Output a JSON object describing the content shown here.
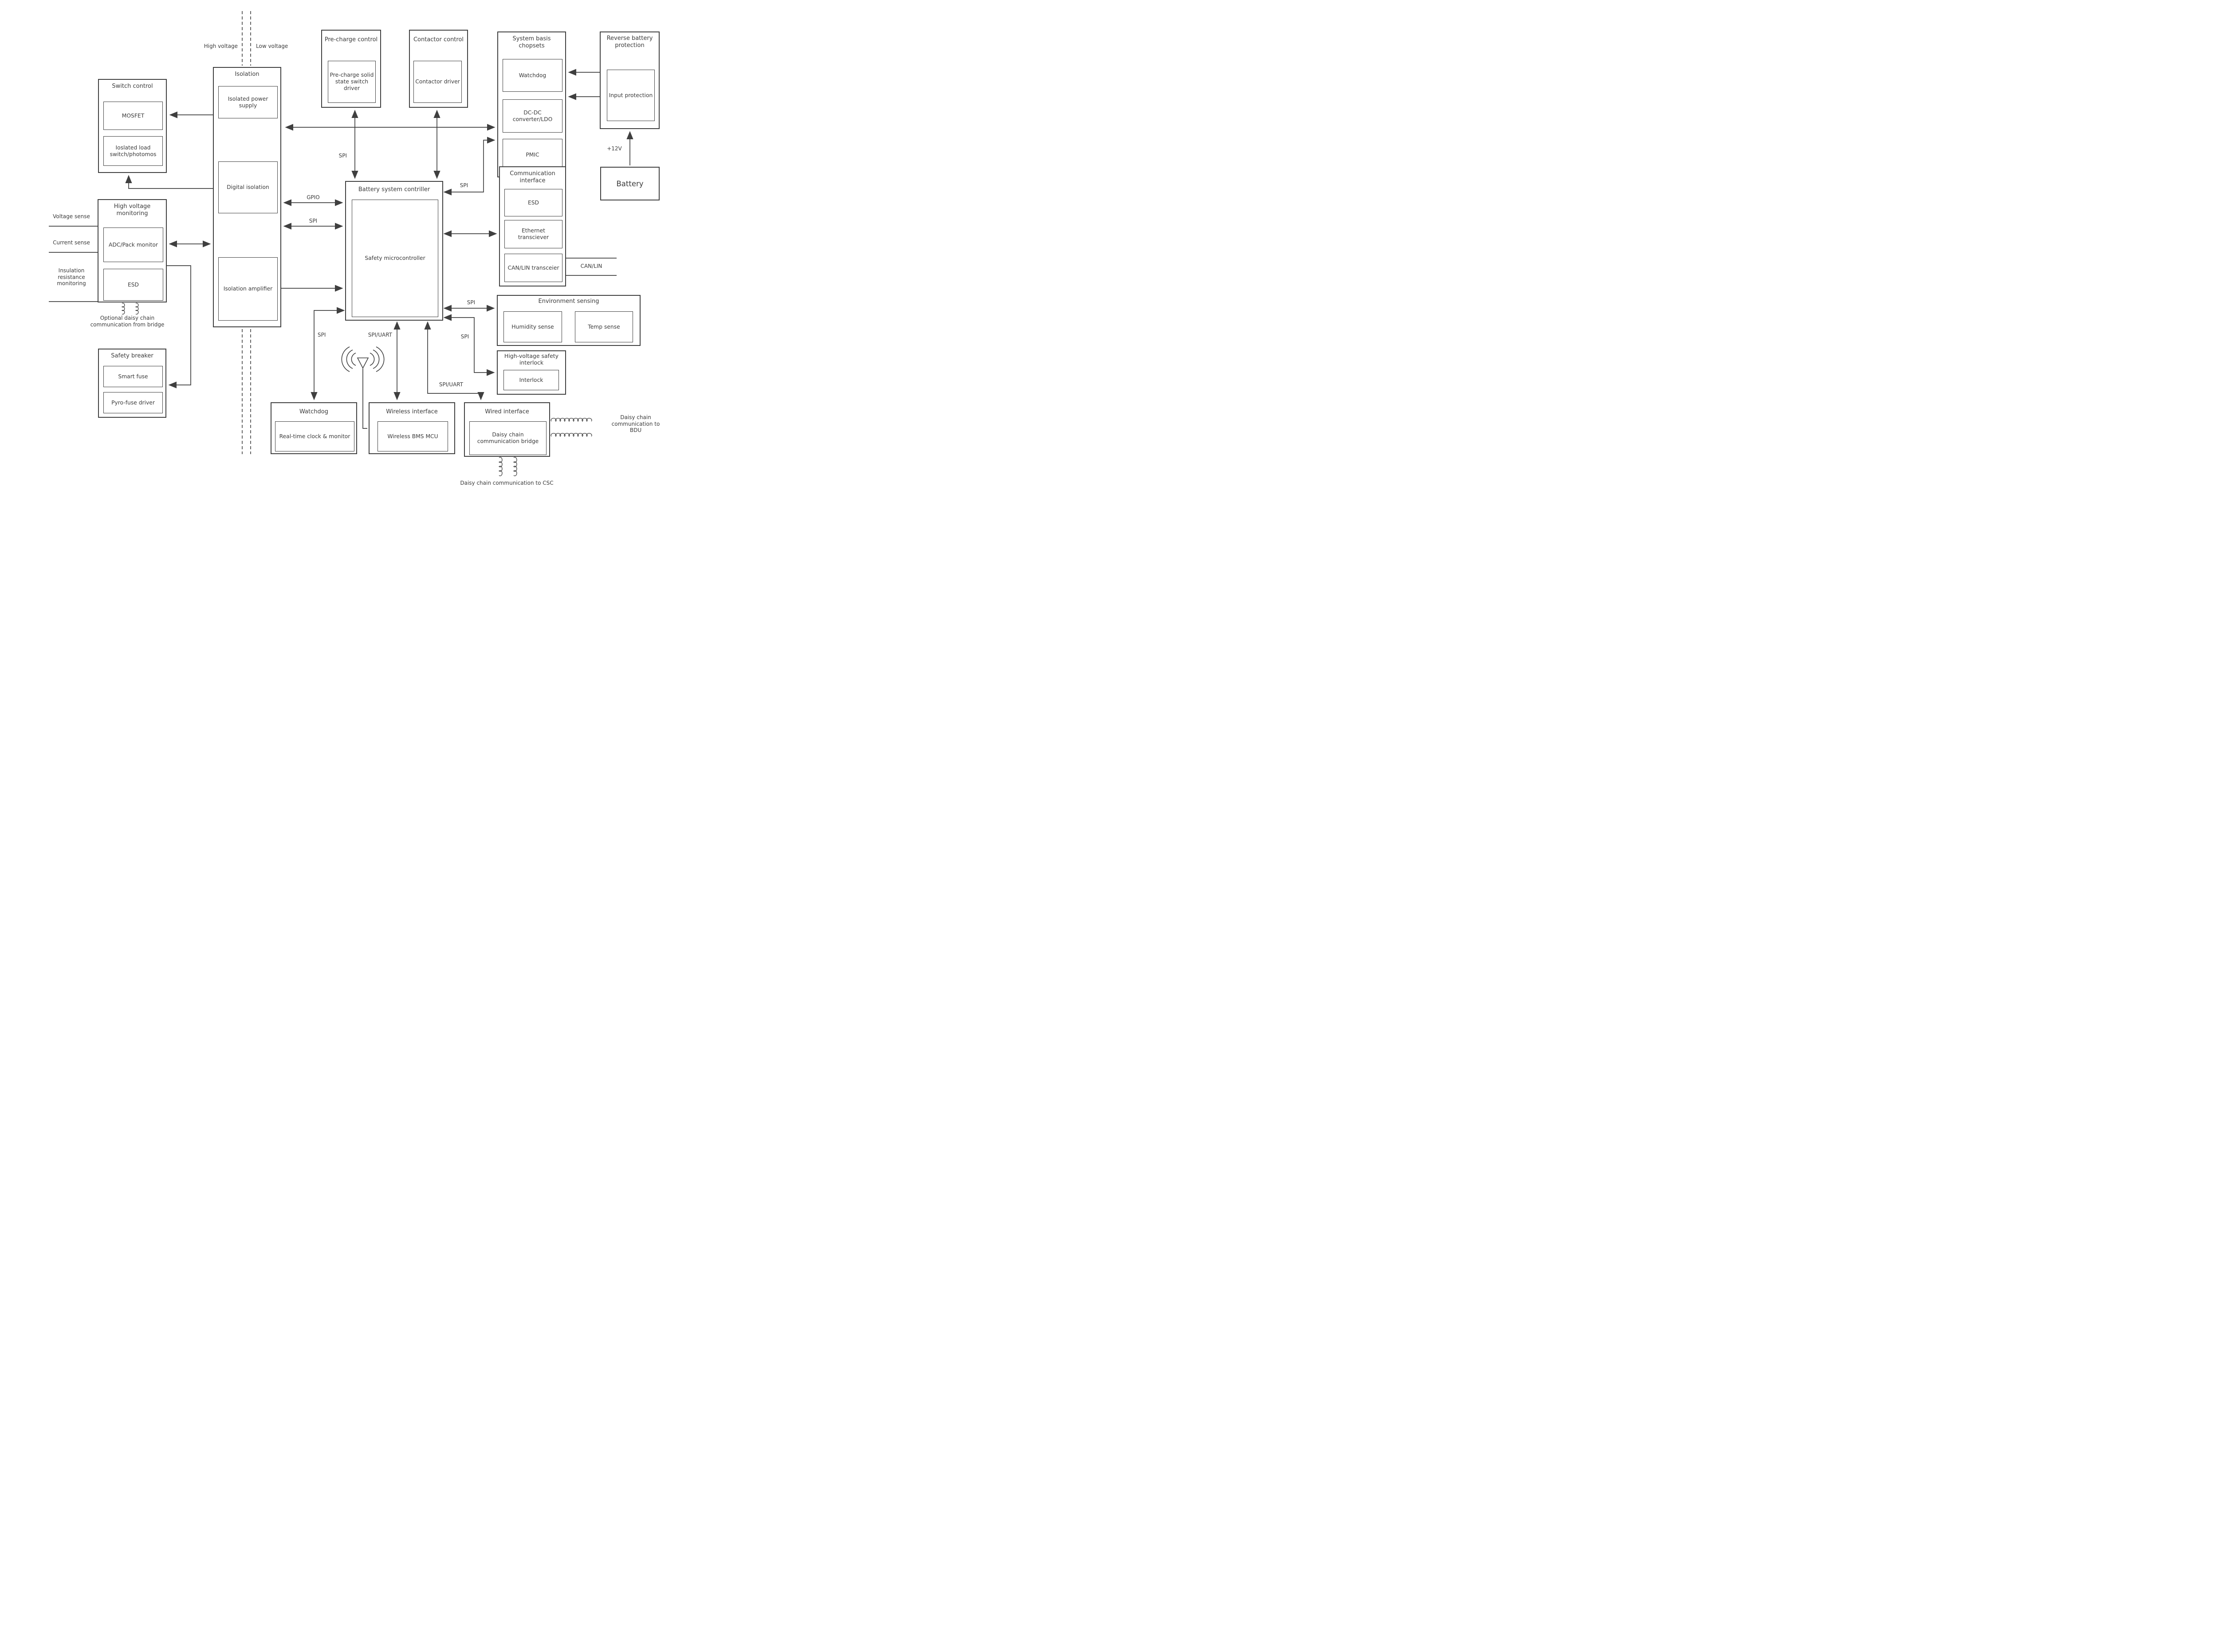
{
  "diagram": {
    "zones": {
      "high_voltage": "High voltage",
      "low_voltage": "Low voltage"
    },
    "blocks": {
      "switch_control": {
        "title": "Switch control",
        "mosfet": "MOSFET",
        "isolated_load": "Ioslated load switch/photomos"
      },
      "high_voltage_monitoring": {
        "title": "High voltage monitoring",
        "adc_pack_monitor": "ADC/Pack monitor",
        "esd": "ESD"
      },
      "safety_breaker": {
        "title": "Safety breaker",
        "smart_fuse": "Smart fuse",
        "pyro_fuse_driver": "Pyro-fuse driver"
      },
      "isolation": {
        "title": "Isolation",
        "isolated_power_supply": "Isolated power supply",
        "digital_isolation": "Digital isolation",
        "isolation_amplifier": "Isolation amplifier"
      },
      "pre_charge_control": {
        "title": "Pre-charge control",
        "driver": "Pre-charge solid state switch driver"
      },
      "contactor_control": {
        "title": "Contactor control",
        "driver": "Contactor driver"
      },
      "system_basis_chopsets": {
        "title": "System basis chopsets",
        "watchdog": "Watchdog",
        "dc_dc": "DC-DC converter/LDO",
        "pmic": "PMIC"
      },
      "reverse_battery_protection": {
        "title": "Reverse battery protection",
        "input_protection": "Input protection"
      },
      "battery": {
        "title": "Battery"
      },
      "battery_system_controller": {
        "title": "Battery system contriller",
        "safety_mcu": "Safety microcontroller"
      },
      "communication_interface": {
        "title": "Communication interface",
        "esd": "ESD",
        "ethernet": "Ethernet transciever",
        "can_lin": "CAN/LIN transceier"
      },
      "environment_sensing": {
        "title": "Environment sensing",
        "humidity": "Humidity sense",
        "temp": "Temp sense"
      },
      "hv_safety_interlock": {
        "title": "High-voltage safety interlock",
        "interlock": "Interlock"
      },
      "watchdog_block": {
        "title": "Watchdog",
        "rtc": "Real-time clock & monitor"
      },
      "wireless_interface": {
        "title": "Wireless interface",
        "mcu": "Wireless BMS MCU"
      },
      "wired_interface": {
        "title": "Wired interface",
        "bridge": "Daisy chain communication bridge"
      }
    },
    "bus_labels": {
      "gpio": "GPIO",
      "spi": "SPI",
      "spi_uart": "SPI/UART",
      "can_lin": "CAN/LIN",
      "plus_12v": "+12V"
    },
    "sense_labels": {
      "voltage": "Voltage sense",
      "current": "Current sense",
      "insulation": "Insulation resistance monitoring"
    },
    "annotations": {
      "optional_daisy": "Optional daisy chain communication from bridge",
      "daisy_bdu": "Daisy chain communication to BDU",
      "daisy_csc": "Daisy chain communication to CSC"
    },
    "colors": {
      "line": "#3f3f3f",
      "text": "#3a3a3a",
      "background": "#ffffff"
    }
  }
}
